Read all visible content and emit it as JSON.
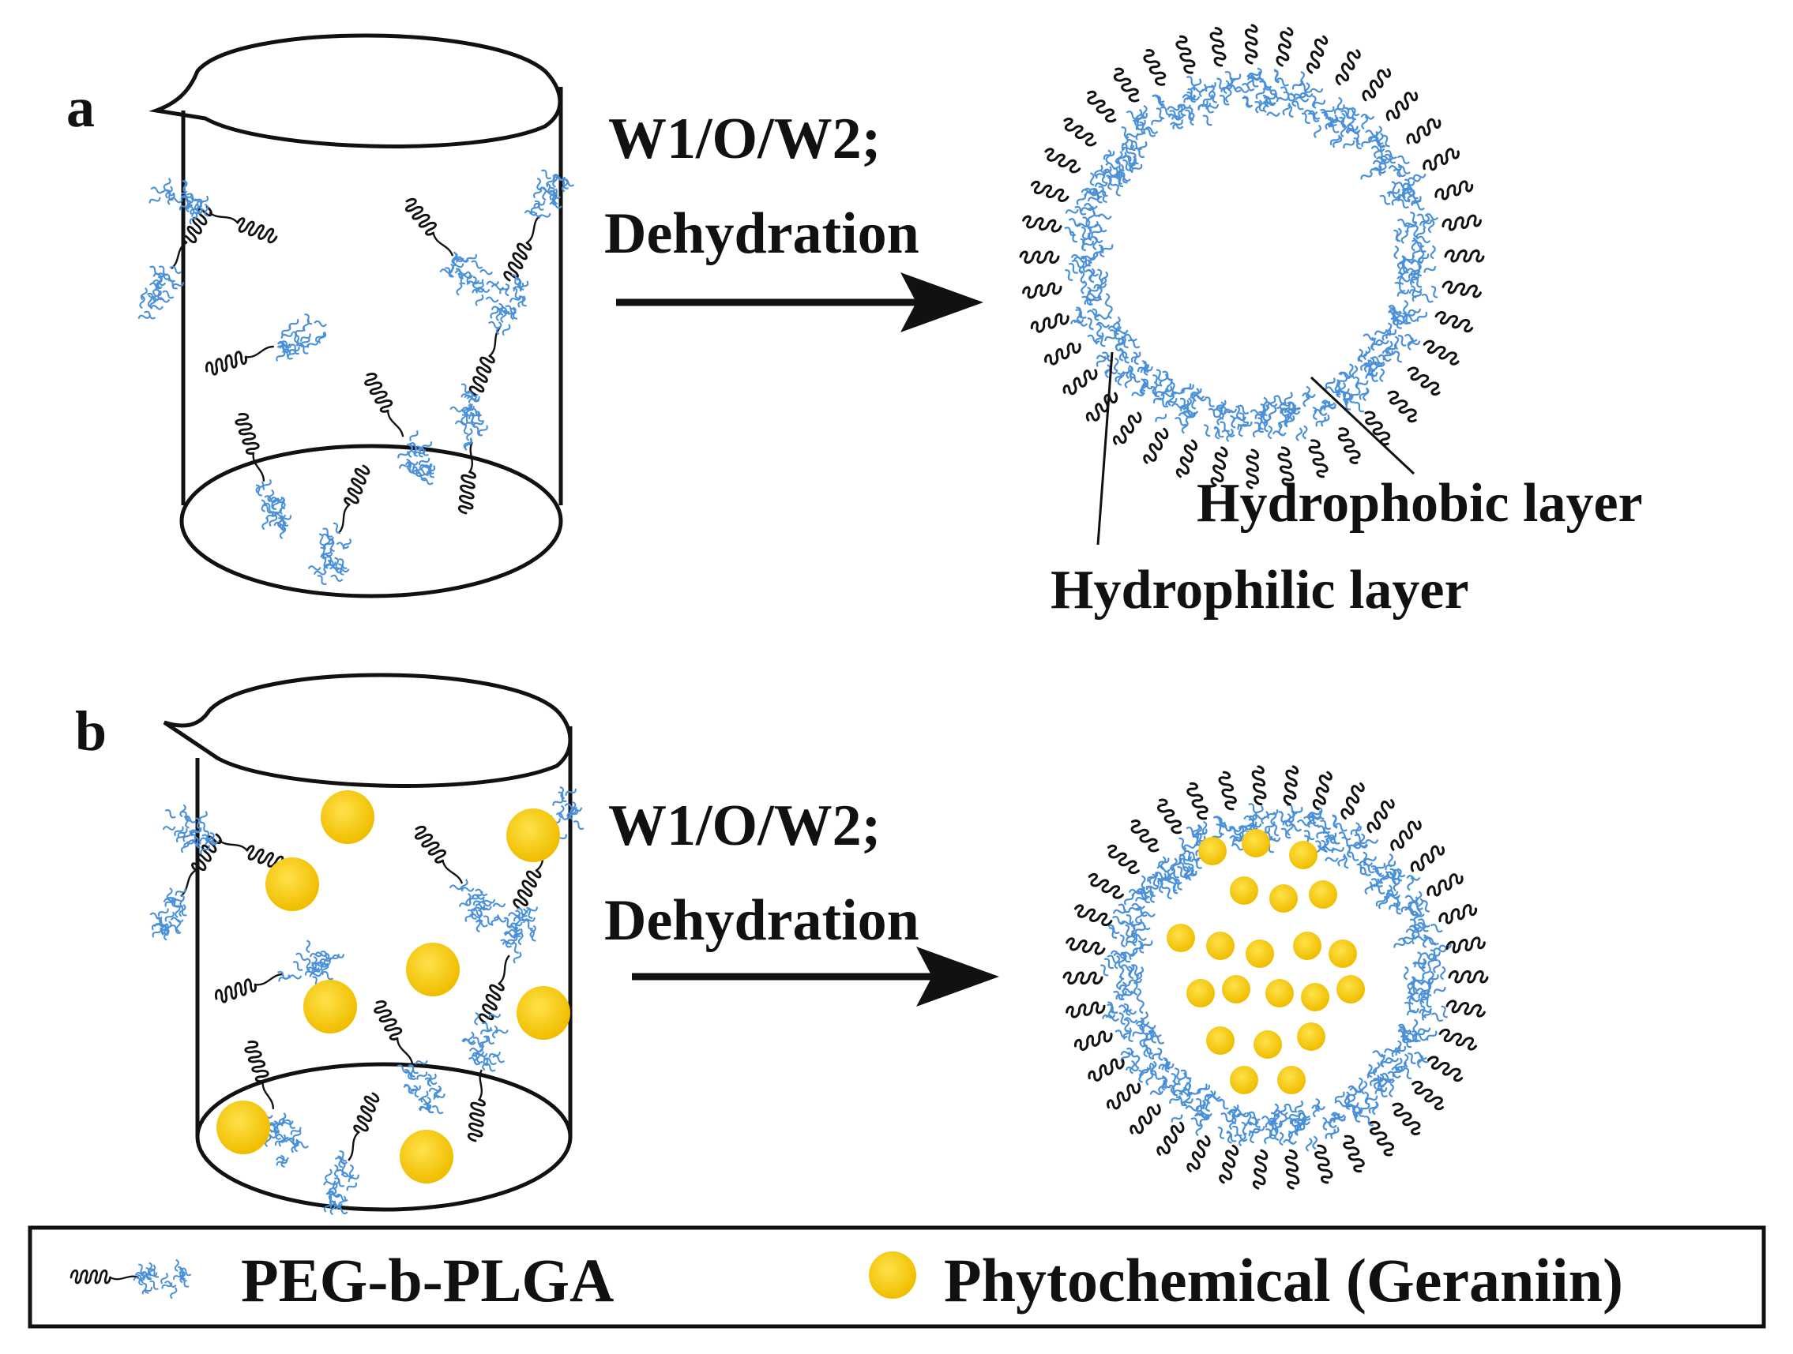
{
  "panels": [
    {
      "letter": "a",
      "step_line1": "W1/O/W2;",
      "step_line2": "Dehydration",
      "hydrophobic_label": "Hydrophobic layer",
      "hydrophilic_label": "Hydrophilic layer",
      "loaded": false
    },
    {
      "letter": "b",
      "step_line1": "W1/O/W2;",
      "step_line2": "Dehydration",
      "loaded": true
    }
  ],
  "legend": {
    "polymer_label": "PEG-b-PLGA",
    "drug_label": "Phytochemical (Geraniin)"
  },
  "colors": {
    "hydrophobic_blue": "#4a90d9",
    "hydrophilic_black": "#111111",
    "phytochemical_yellow": "#f5c800",
    "outline": "#111111"
  },
  "icons": {
    "polymer": "peg-b-plga-chain-icon",
    "drug": "phytochemical-sphere-icon",
    "arrow": "right-arrow-icon"
  }
}
